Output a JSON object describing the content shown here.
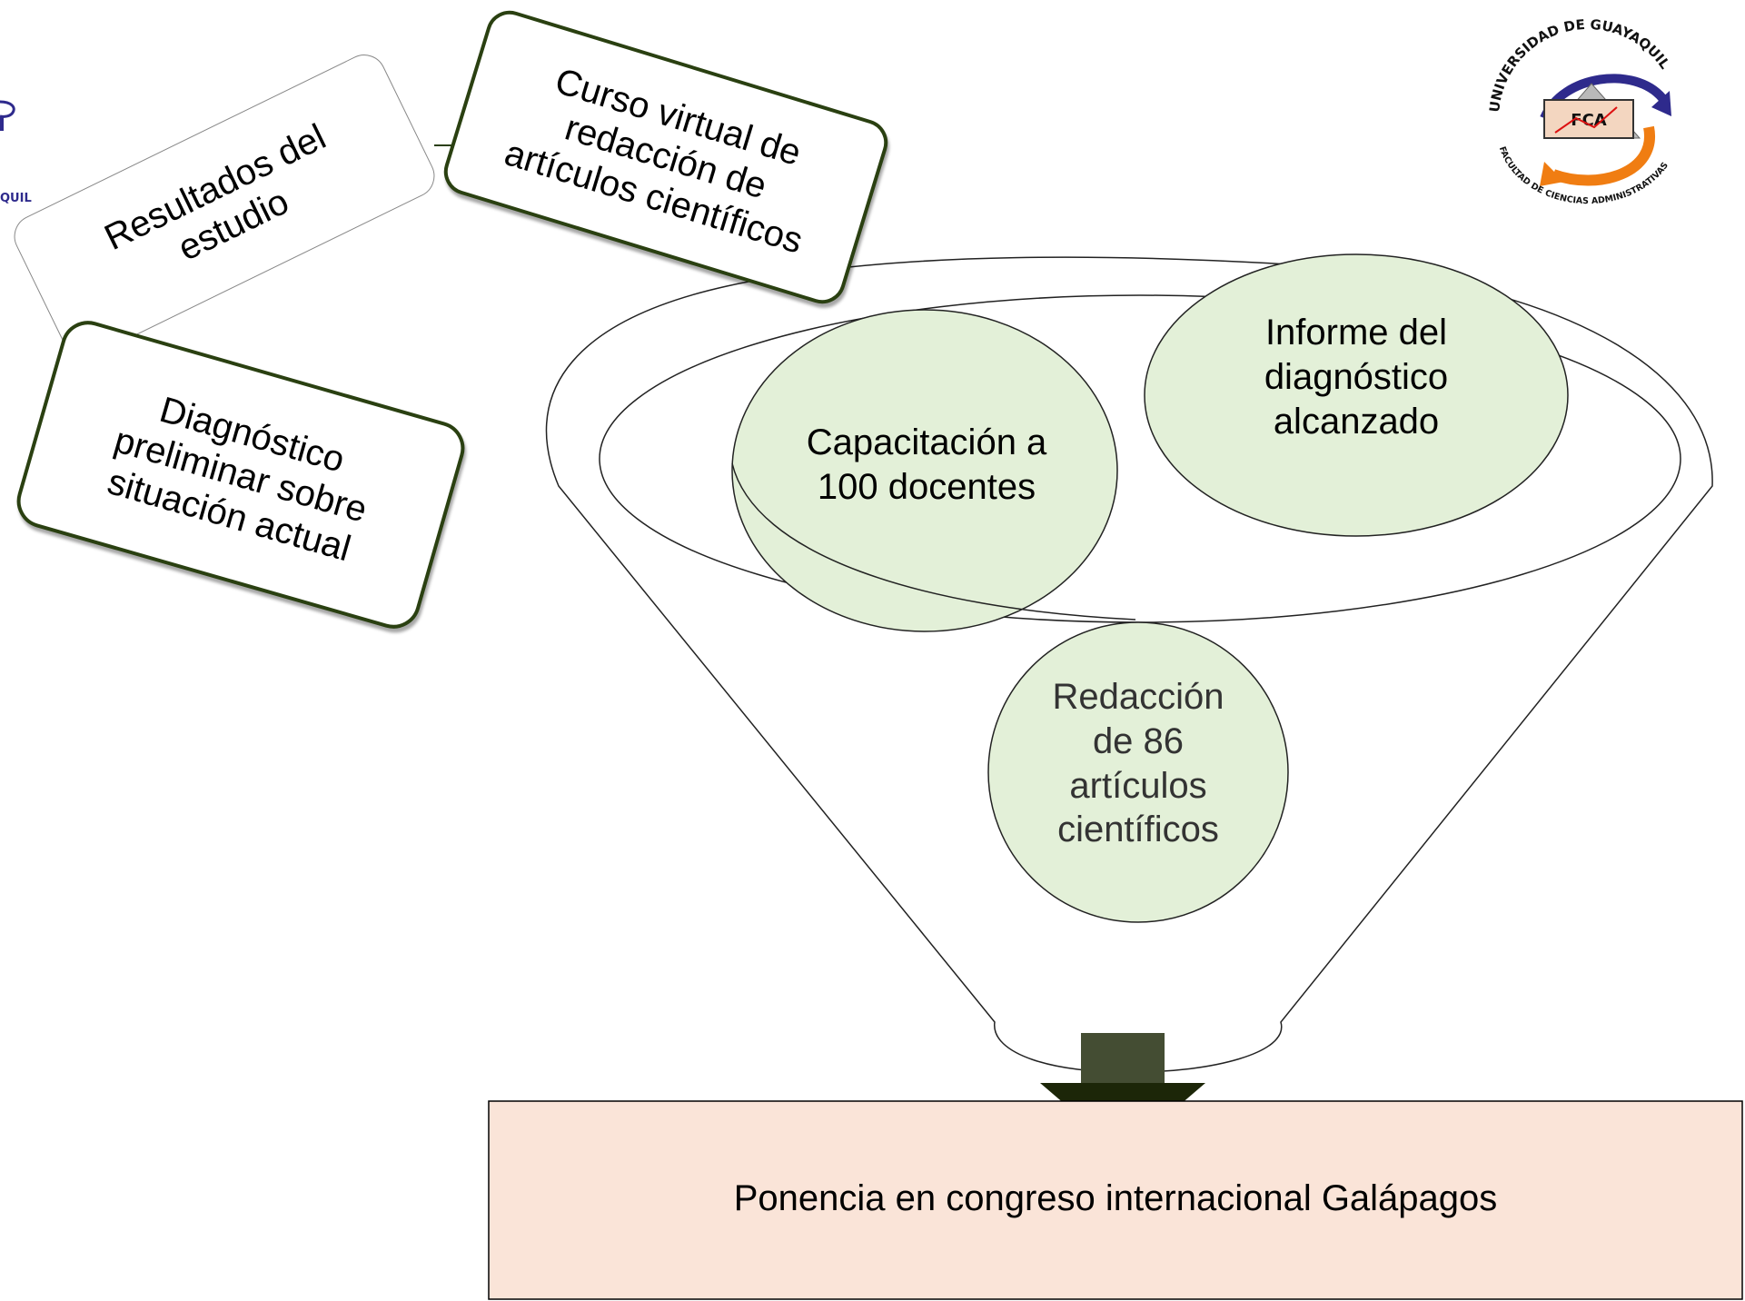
{
  "diagram": {
    "branch_boxes": {
      "resultados": "Resultados del estudio",
      "curso": "Curso virtual de redacción de artículos científicos",
      "diagnostico": "Diagnóstico preliminar sobre situación actual"
    },
    "funnel_circles": {
      "capacitacion": "Capacitación a 100 docentes",
      "informe": "Informe del diagnóstico alcanzado",
      "redaccion": "Redacción de 86 artículos científicos"
    },
    "result_box": "Ponencia en congreso internacional Galápagos",
    "left_logo_fragment": "QUIL"
  },
  "logo": {
    "university_arc": "UNIVERSIDAD DE GUAYAQUIL",
    "faculty_arc": "FACULTAD DE CIENCIAS ADMINISTRATIVAS",
    "center_mark": "FCA"
  },
  "colors": {
    "box_border": "#2a4011",
    "circle_fill": "#e3f0d8",
    "result_fill": "#fae4d8",
    "arrow_dark": "#1c2608",
    "arrow_mid": "#444d33",
    "logo_blue": "#2e2a8c",
    "logo_orange": "#f07d12"
  }
}
